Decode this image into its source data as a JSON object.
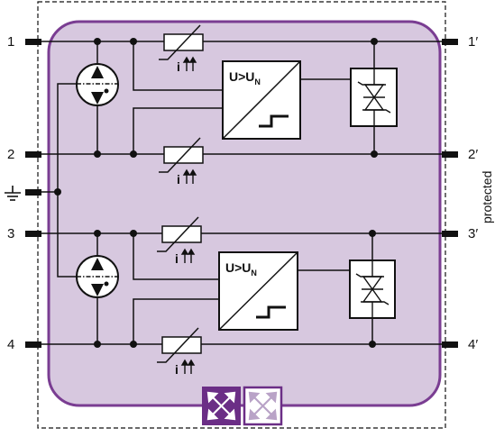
{
  "terminals": {
    "in_1": "1",
    "in_2": "2",
    "in_3": "3",
    "in_4": "4",
    "out_1": "1′",
    "out_2": "2′",
    "out_3": "3′",
    "out_4": "4′"
  },
  "side_label": "protected",
  "comparator_upper": {
    "main": "U>U",
    "sub": "N"
  },
  "comparator_lower": {
    "main": "U>U",
    "sub": "N"
  },
  "current_labels": {
    "r1": "i",
    "r2": "i",
    "r3": "i",
    "r4": "i"
  },
  "colors": {
    "module_fill": "#d7c8df",
    "module_border": "#7a3d92",
    "badge_fill": "#6b2e86",
    "line": "#111111"
  },
  "icons": [
    "ground-icon",
    "gas-discharge-tube-icon",
    "varistor-icon",
    "diode-icon",
    "comparator-icon",
    "badge-icon"
  ]
}
